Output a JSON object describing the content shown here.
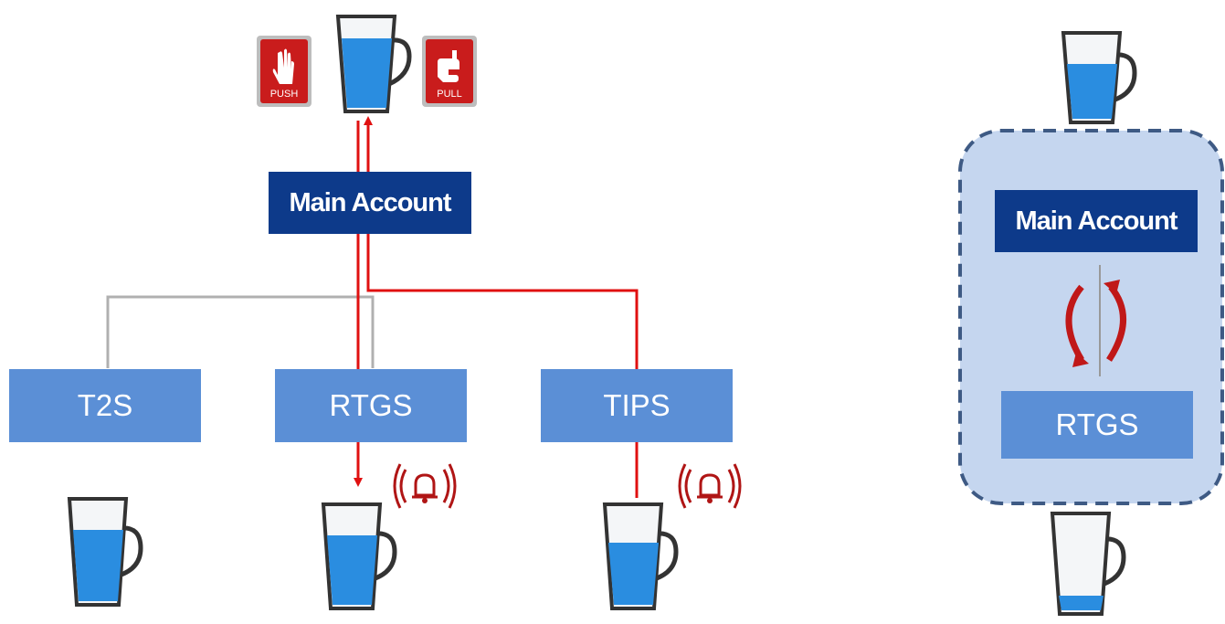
{
  "left": {
    "main_account": "Main Account",
    "systems": [
      "T2S",
      "RTGS",
      "TIPS"
    ],
    "push_label": "PUSH",
    "pull_label": "PULL"
  },
  "right": {
    "main_account": "Main Account",
    "system": "RTGS"
  },
  "colors": {
    "navy": "#0d3a8a",
    "box_blue": "#5b8fd6",
    "red": "#e01010",
    "gray": "#b0b0b0",
    "panel": "#c5d6ef",
    "panel_border": "#3e5a84",
    "water": "#2a8de0"
  },
  "icons": [
    "cup-icon",
    "push-icon",
    "pull-icon",
    "alarm-bell-icon",
    "sync-arrows-icon"
  ]
}
